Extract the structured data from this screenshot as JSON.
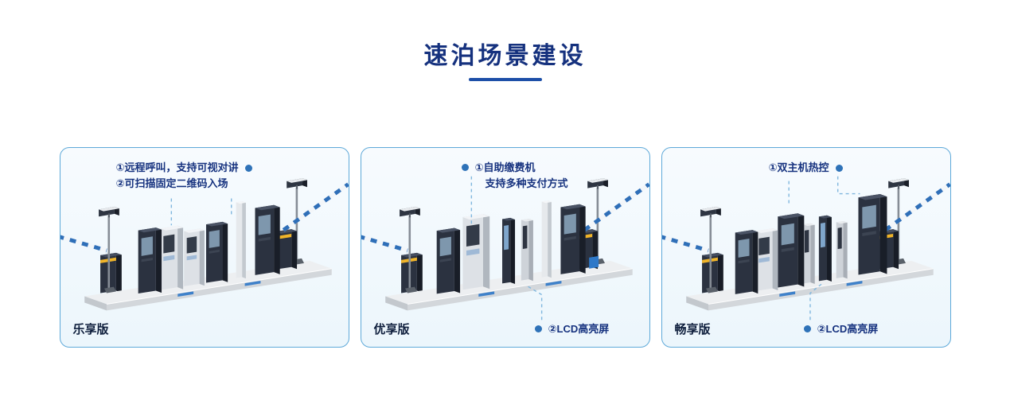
{
  "header": {
    "title": "速泊场景建设"
  },
  "cards": [
    {
      "id": "lexiang",
      "version_label": "乐享版",
      "top_annotation": {
        "lines": [
          "①远程呼叫，支持可视对讲",
          "②可扫描固定二维码入场"
        ]
      }
    },
    {
      "id": "youxiang",
      "version_label": "优享版",
      "top_annotation": {
        "lines": [
          "①自助缴费机",
          "支持多种支付方式"
        ]
      },
      "bottom_annotation": {
        "label": "②LCD高亮屏"
      }
    },
    {
      "id": "changxiang",
      "version_label": "畅享版",
      "top_annotation": {
        "lines": [
          "①双主机热控"
        ]
      },
      "bottom_annotation": {
        "label": "②LCD高亮屏"
      }
    }
  ],
  "colors": {
    "title_text": "#15317e",
    "annotation_text": "#16327f",
    "annotation_dot": "#2e72b8",
    "card_border": "#5ea9d9",
    "barrier_stripe": "#2f6fb8"
  }
}
